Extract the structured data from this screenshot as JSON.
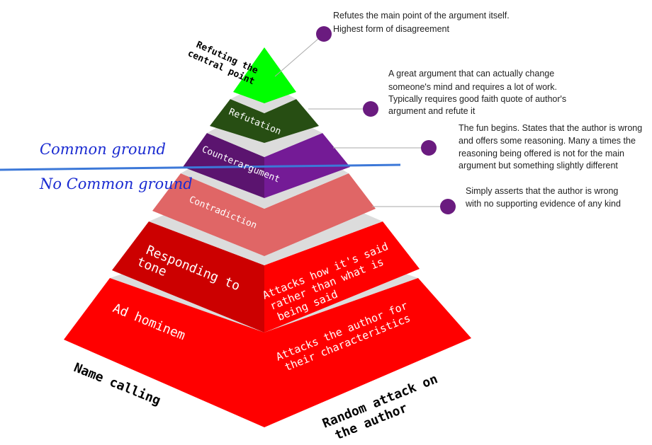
{
  "colors": {
    "refuting_central_point": "#00ff00",
    "refutation": "#274e13",
    "counterargument": "#741b96",
    "contradiction": "#e06666",
    "responding_to_tone": "#ff0000",
    "ad_hominem": "#ff0000",
    "connector_dot": "#6a1b7f",
    "common_ground_line": "#3c78d8",
    "common_ground_text": "#1a2bd1"
  },
  "levels": {
    "refuting_central_point": {
      "label": "Refuting the central point",
      "description": "Refutes the main point of the argument itself. Highest form of disagreement"
    },
    "refutation": {
      "label": "Refutation",
      "description": "A great argument that can actually change someone's mind and requires a lot of work. Typically requires good faith quote of author's argument and refute it"
    },
    "counterargument": {
      "label": "Counterargument",
      "description": "The fun begins. States that the author is wrong and offers some reasoning. Many a times the reasoning being offered is not for the main argument but something slightly different"
    },
    "contradiction": {
      "label": "Contradiction",
      "description": "Simply asserts that the author is wrong with no supporting evidence of any kind"
    },
    "responding_to_tone": {
      "label": "Responding to tone",
      "description": "Attacks how it's said rather than what is being said"
    },
    "ad_hominem": {
      "label": "Ad hominem",
      "description": "Attacks the author for their characteristics"
    },
    "name_calling": {
      "label": "Name calling",
      "description": "Random attack on the author"
    }
  },
  "common_ground": {
    "above": "Common ground",
    "below": "No Common ground"
  }
}
